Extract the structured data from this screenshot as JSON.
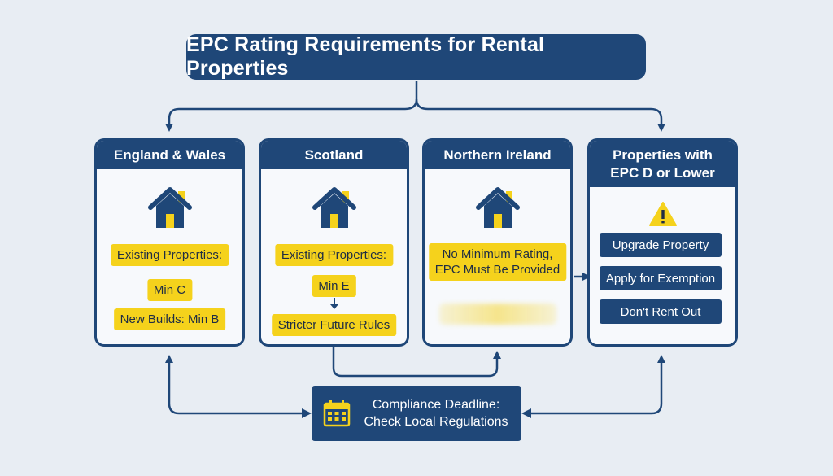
{
  "title": "EPC Rating Requirements for Rental Properties",
  "regions": [
    {
      "name": "England & Wales",
      "labels": [
        "Existing Properties:",
        "Min C",
        "New Builds: Min B"
      ]
    },
    {
      "name": "Scotland",
      "labels": [
        "Existing Properties:",
        "Min E",
        "Stricter Future Rules"
      ]
    },
    {
      "name": "Northern Ireland",
      "label_line1": "No Minimum Rating,",
      "label_line2": "EPC Must Be Provided"
    }
  ],
  "low_rating": {
    "title_line1": "Properties with",
    "title_line2": "EPC D or Lower",
    "options": [
      "Upgrade Property",
      "Apply for Exemption",
      "Don't Rent Out"
    ]
  },
  "deadline": {
    "line1": "Compliance Deadline:",
    "line2": "Check Local Regulations"
  },
  "colors": {
    "navy": "#1f4778",
    "yellow": "#f5d21c",
    "background": "#e8edf3"
  },
  "icons": [
    "house-icon",
    "warning-icon",
    "calendar-icon",
    "arrow-icon"
  ]
}
